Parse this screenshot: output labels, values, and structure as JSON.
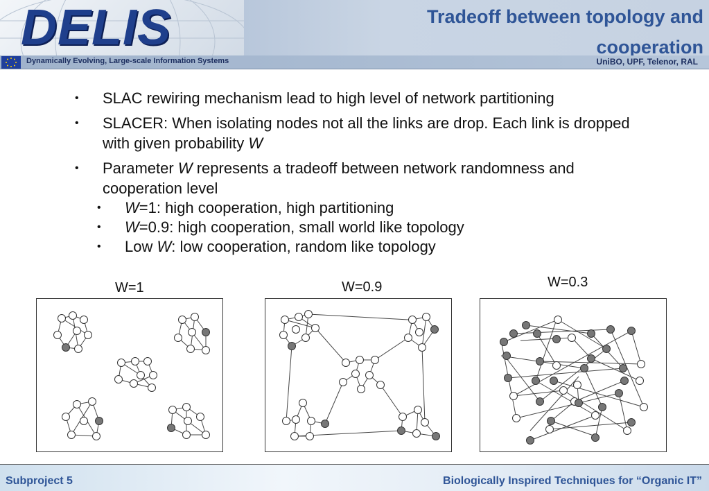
{
  "header": {
    "logo_text": "DELIS",
    "title": "Tradeoff between topology and cooperation",
    "strip_left": "Dynamically Evolving, Large-scale Information Systems",
    "strip_right": "UniBO, UPF, Telenor, RAL"
  },
  "bullets": {
    "b1": "SLAC rewiring mechanism lead to high level of network partitioning",
    "b2_main": "SLACER: When isolating nodes not all the links are drop. Each link is dropped with given probability",
    "b2_var": "W",
    "b3_pre": "Parameter",
    "b3_var": "W",
    "b3_post": "represents a tradeoff between network randomness and cooperation level",
    "sub1_var": "W",
    "sub1_text": "=1: high cooperation, high partitioning",
    "sub2_var": "W",
    "sub2_text": "=0.9: high cooperation, small world like topology",
    "sub3_pre": "Low",
    "sub3_var": "W",
    "sub3_text": ": low cooperation, random like topology"
  },
  "figures": {
    "label1": "W=1",
    "label2": "W=0.9",
    "label3": "W=0.3"
  },
  "footer": {
    "left": "Subproject 5",
    "right": "Biologically Inspired Techniques for “Organic IT”"
  }
}
